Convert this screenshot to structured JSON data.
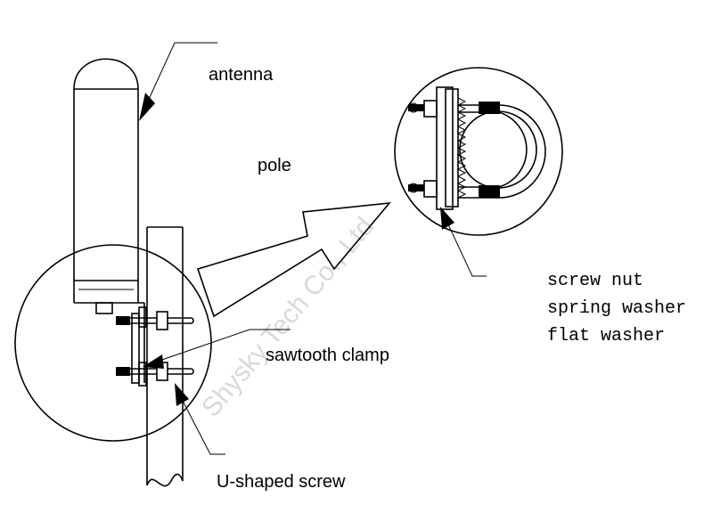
{
  "labels": {
    "antenna": "antenna",
    "pole": "pole",
    "sawtooth_clamp": "sawtooth clamp",
    "u_shaped_screw": "U-shaped screw",
    "screw_nut": "screw nut",
    "spring_washer": "spring washer",
    "flat_washer": "flat washer"
  },
  "watermark": "Shysky Tech Co., Ltd",
  "colors": {
    "line": "#000000",
    "background": "#ffffff",
    "watermark": "#d9d9d9"
  }
}
